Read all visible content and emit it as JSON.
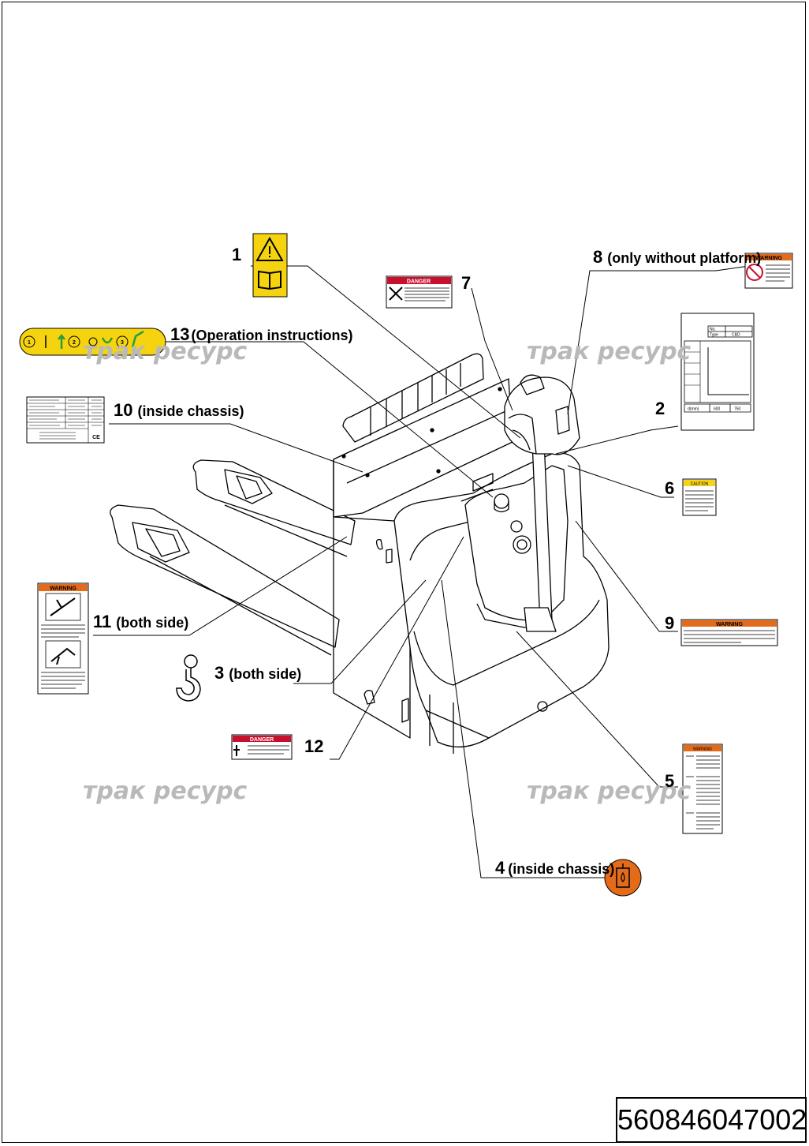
{
  "document_number": "560846047002",
  "watermark": "трак ресурс",
  "callouts": {
    "c1": {
      "num": "1",
      "note": ""
    },
    "c2": {
      "num": "2",
      "note": ""
    },
    "c3": {
      "num": "3",
      "note": "(both side)"
    },
    "c4": {
      "num": "4",
      "note": "(inside chassis)"
    },
    "c5": {
      "num": "5",
      "note": ""
    },
    "c6": {
      "num": "6",
      "note": ""
    },
    "c7": {
      "num": "7",
      "note": ""
    },
    "c8": {
      "num": "8",
      "note": "(only without platform)"
    },
    "c9": {
      "num": "9",
      "note": ""
    },
    "c10": {
      "num": "10",
      "note": "(inside chassis)"
    },
    "c11": {
      "num": "11",
      "note": "(both side)"
    },
    "c12": {
      "num": "12",
      "note": ""
    },
    "c13": {
      "num": "13",
      "note": "(Operation instructions)"
    }
  },
  "decals": {
    "danger_7": "DANGER",
    "danger_12": "DANGER",
    "warning_8": "WARNING",
    "warning_9": "WARNING",
    "warning_11": "WARNING",
    "warning_5": "WARNING",
    "caution_6": "CAUTION",
    "nameplate_2": {
      "no": "No.",
      "type": "Type",
      "model": "CBD",
      "bottom": [
        "d(mm)",
        "600",
        "750"
      ]
    },
    "instr_13": [
      "1",
      "2",
      "3"
    ],
    "ce": "CE"
  },
  "colors": {
    "warning_orange": "#e46b1a",
    "danger_red": "#c8102e",
    "caution_yellow": "#f7d417",
    "label_yellow": "#f5d40f",
    "watermark": "#b9b9b9"
  }
}
